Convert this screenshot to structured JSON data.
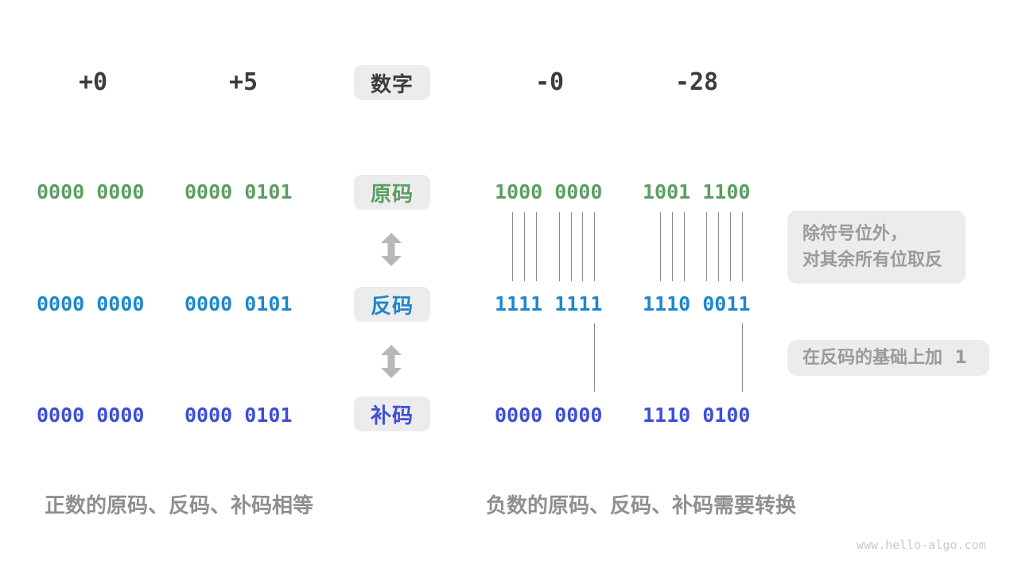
{
  "diagram": {
    "header": {
      "values": [
        "+0",
        "+5",
        "-0",
        "-28"
      ],
      "label": "数字"
    },
    "rows": [
      {
        "label": "原码",
        "color": "#5b9e62",
        "values": [
          "0000 0000",
          "0000 0101",
          "1000 0000",
          "1001 1100"
        ]
      },
      {
        "label": "反码",
        "color": "#1d87cc",
        "values": [
          "0000 0000",
          "0000 0101",
          "1111 1111",
          "1110 0011"
        ]
      },
      {
        "label": "补码",
        "color": "#3c4ed8",
        "values": [
          "0000 0000",
          "0000 0101",
          "0000 0000",
          "1110 0100"
        ]
      }
    ],
    "annotations": {
      "invert": "除符号位外，\n对其余所有位取反",
      "add_one": "在反码的基础上加  1"
    },
    "captions": {
      "positive": "正数的原码、反码、补码相等",
      "negative": "负数的原码、反码、补码需要转换"
    },
    "watermark": "www.hello-algo.com",
    "colors": {
      "header_text": "#3c3c3c",
      "sign_magnitude_green": "#5b9e62",
      "ones_complement_blue": "#1d87cc",
      "twos_complement_indigo": "#3c4ed8",
      "badge_background": "#ececec",
      "annotation_gray": "#9a9a9a",
      "caption_gray": "#8f8f8f",
      "arrow_gray": "#b8b8b8",
      "line_gray": "#8a8a8a"
    }
  }
}
